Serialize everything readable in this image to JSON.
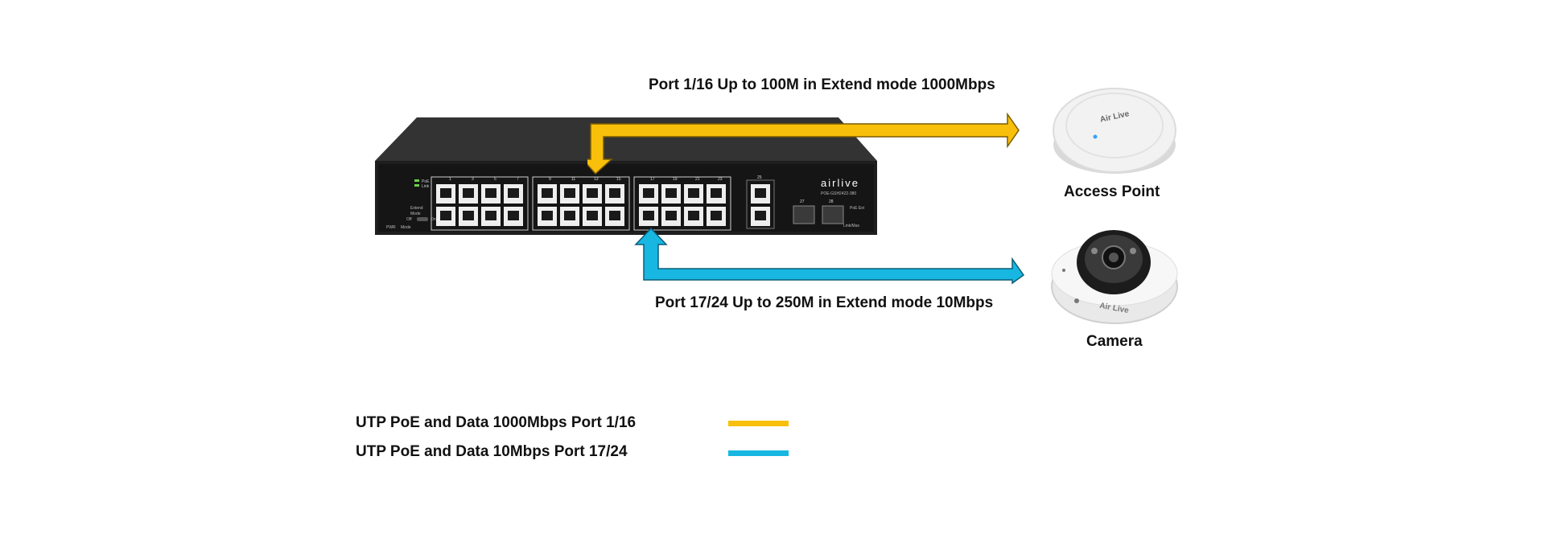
{
  "colors": {
    "gigabit": "#F9C00B",
    "extend": "#17B7E2",
    "switch_body": "#2B2B2B",
    "text": "#111111"
  },
  "path_labels": {
    "top": "Port 1/16 Up to 100M in Extend mode 1000Mbps",
    "bottom": "Port 17/24  Up to 250M in Extend mode 10Mbps"
  },
  "devices": {
    "access_point": {
      "label": "Access Point",
      "brand": "Air Live"
    },
    "camera": {
      "label": "Camera",
      "brand": "Air Live"
    }
  },
  "switch": {
    "brand": "airlive",
    "model": "POE-GSH2422-380",
    "led_labels": [
      "PoE",
      "Link"
    ],
    "panel_labels": [
      "Extend",
      "Mode",
      "Off",
      "On",
      "PWR",
      "Mode",
      "PoE Ext",
      "Link/Max"
    ],
    "group_numbers": [
      [
        "1",
        "3",
        "5",
        "7"
      ],
      [
        "9",
        "11",
        "13",
        "15"
      ],
      [
        "17",
        "19",
        "21",
        "23"
      ],
      [
        "25"
      ]
    ],
    "sfp_numbers": [
      "27",
      "28"
    ]
  },
  "legend": [
    {
      "text": "UTP PoE and Data 1000Mbps Port 1/16",
      "color": "#F9C00B"
    },
    {
      "text": "UTP PoE and Data 10Mbps Port 17/24",
      "color": "#17B7E2"
    }
  ]
}
